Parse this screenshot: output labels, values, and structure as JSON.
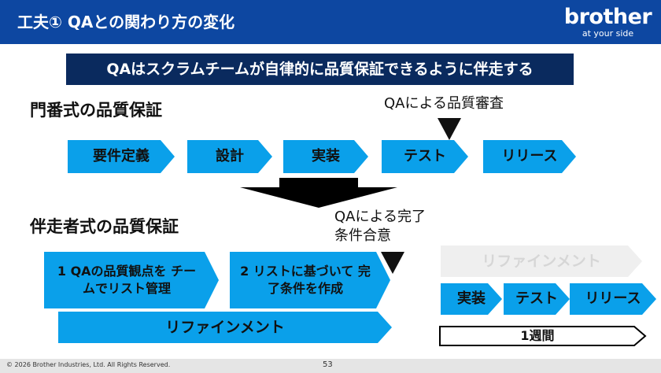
{
  "header": {
    "title": "工夫① QAとの関わり方の変化",
    "logo": "brother",
    "logo_tagline": "at your side"
  },
  "banner": "QAはスクラムチームが自律的に品質保証できるように伴走する",
  "gatekeeper": {
    "heading": "門番式の品質保証",
    "note": "QAによる品質審査",
    "steps": [
      "要件定義",
      "設計",
      "実装",
      "テスト",
      "リリース"
    ]
  },
  "accompany": {
    "heading": "伴走者式の品質保証",
    "note": "QAによる完了条件合意",
    "step1": "1 QAの品質観点を チームでリスト管理",
    "step2": "2 リストに基づいて 完了条件を作成",
    "refinement": "リファインメント",
    "refinement_grey": "リファインメント",
    "sprint_steps": [
      "実装",
      "テスト",
      "リリース"
    ],
    "period": "1週間"
  },
  "footer": {
    "copyright": "© 2026 Brother Industries, Ltd. All Rights Reserved.",
    "page": "53"
  },
  "colors": {
    "header_bg": "#0d47a1",
    "banner_bg": "#0a2a5e",
    "arrow": "#0aa0ea",
    "arrow_grey": "#efefef"
  }
}
